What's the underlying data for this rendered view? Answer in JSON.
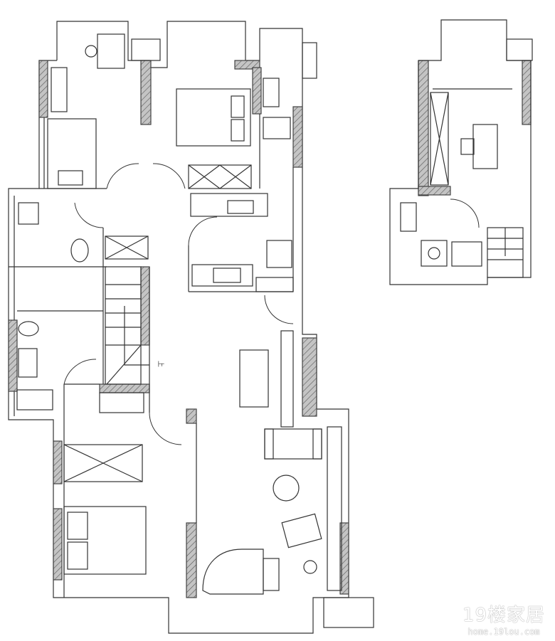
{
  "plan": {
    "stair_label": "上",
    "watermark": {
      "brand": "19楼家居",
      "url": "home.19lou.com"
    }
  },
  "colors": {
    "line": "#333333",
    "wall_fill": "#bdbdbd",
    "background": "#ffffff"
  }
}
